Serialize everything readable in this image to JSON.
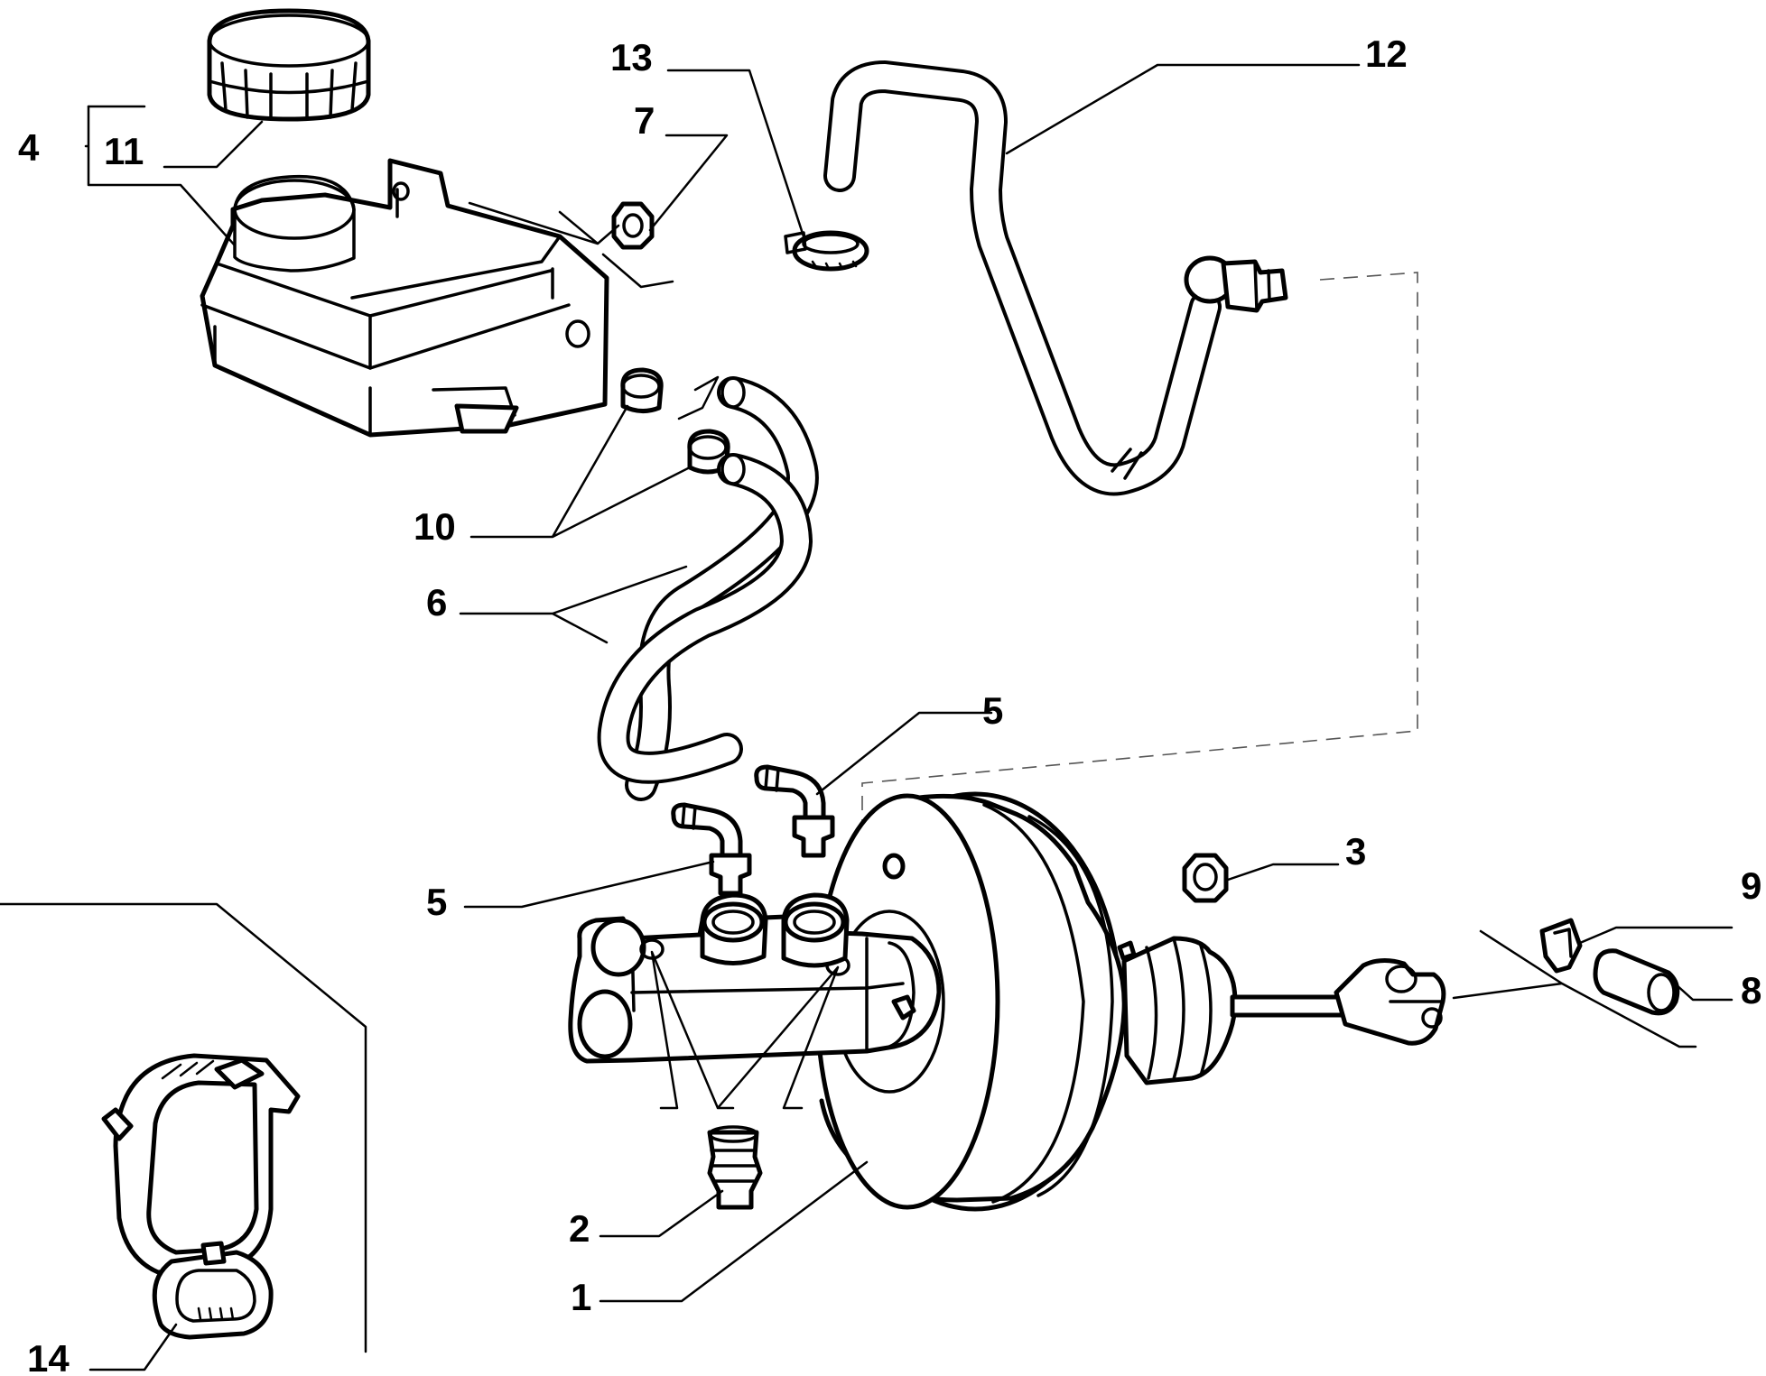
{
  "diagram": {
    "callouts": [
      {
        "id": "1",
        "label": "1"
      },
      {
        "id": "2",
        "label": "2"
      },
      {
        "id": "3",
        "label": "3"
      },
      {
        "id": "4",
        "label": "4"
      },
      {
        "id": "5a",
        "label": "5"
      },
      {
        "id": "5b",
        "label": "5"
      },
      {
        "id": "6",
        "label": "6"
      },
      {
        "id": "7",
        "label": "7"
      },
      {
        "id": "8",
        "label": "8"
      },
      {
        "id": "9",
        "label": "9"
      },
      {
        "id": "10",
        "label": "10"
      },
      {
        "id": "11",
        "label": "11"
      },
      {
        "id": "12",
        "label": "12"
      },
      {
        "id": "13",
        "label": "13"
      },
      {
        "id": "14",
        "label": "14"
      }
    ],
    "colors": {
      "ink": "#000000",
      "paper": "#ffffff",
      "dashed_line": "#555555"
    }
  }
}
